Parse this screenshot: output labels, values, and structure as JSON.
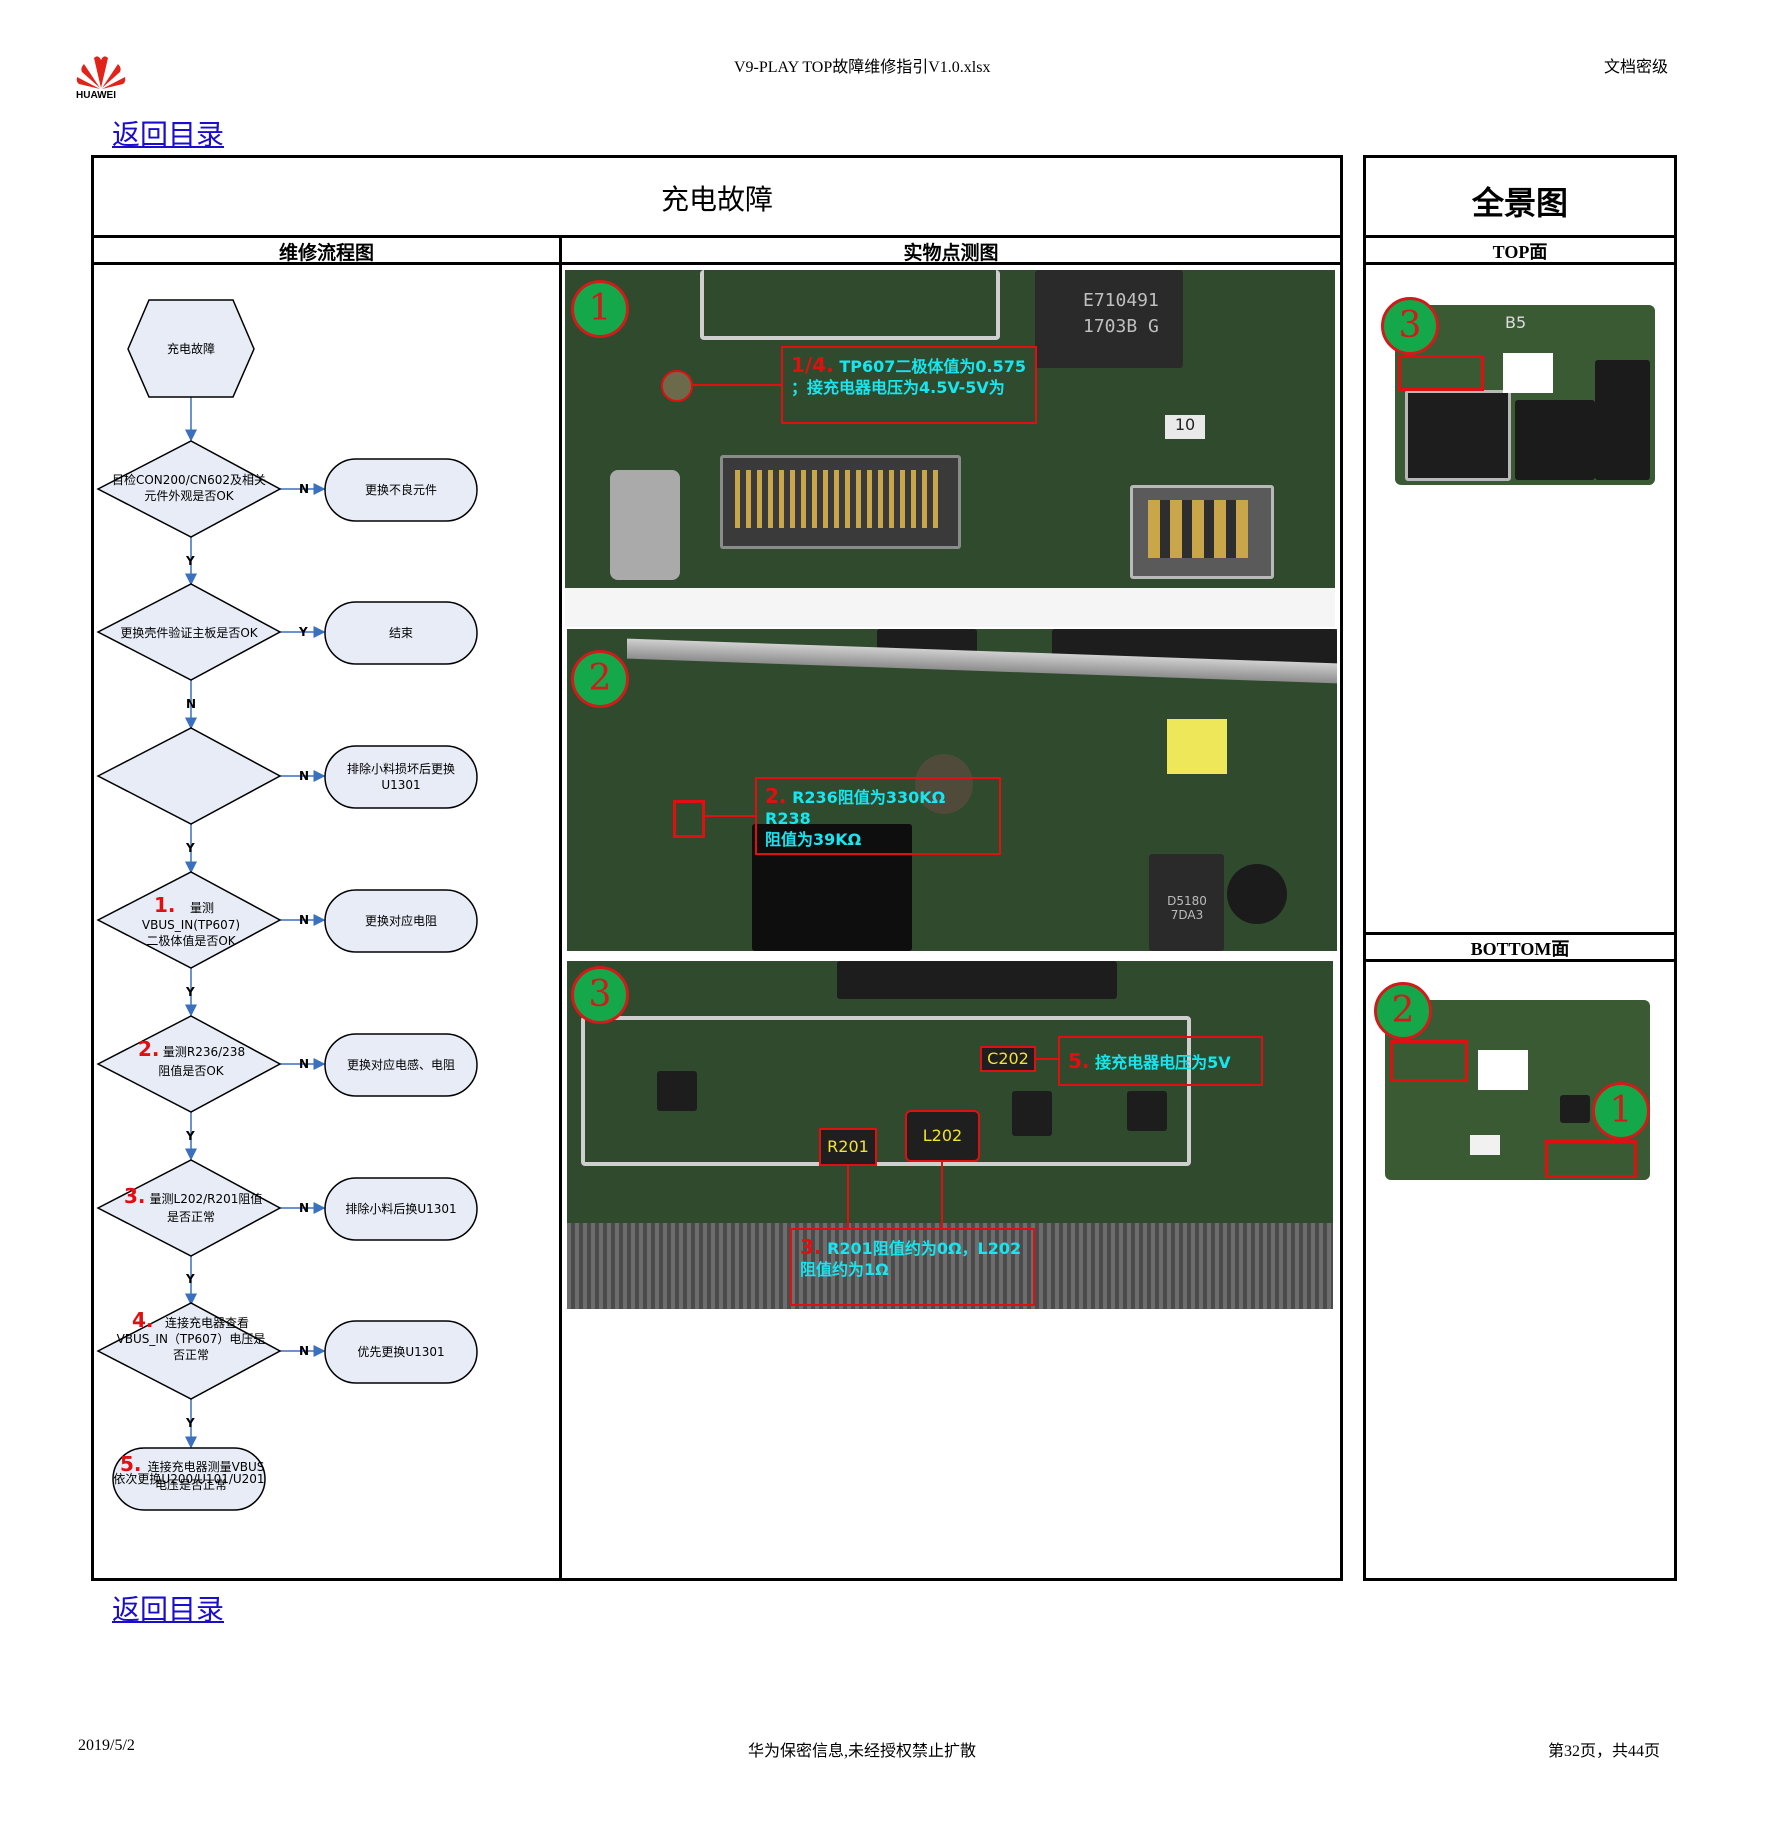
{
  "header": {
    "logo_text": "HUAWEI",
    "file_name": "V9-PLAY TOP故障维修指引V1.0.xlsx",
    "classification": "文档密级"
  },
  "nav": {
    "back_top": "返回目录",
    "back_bottom": "返回目录"
  },
  "main": {
    "title": "充电故障",
    "col_flow": "维修流程图",
    "col_photo": "实物点测图",
    "pano_title": "全景图",
    "pano_top": "TOP面",
    "pano_bottom": "BOTTOM面"
  },
  "flow": {
    "start": "充电故障",
    "step1": [
      "目检CON200/CN602及相关",
      "元件外观是否OK"
    ],
    "act1": "更换不良元件",
    "step2": "更换壳件验证主板是否OK",
    "act2": "结束",
    "step3_num": "1.",
    "step3": [
      "量测",
      "VBUS_IN(TP607)",
      "二极体值是否OK"
    ],
    "act3": [
      "排除小料损坏后更换",
      "U1301"
    ],
    "step4_num": "2.",
    "step4": [
      "量测R236/238",
      "阻值是否OK"
    ],
    "act4": "更换对应电阻",
    "step5_num": "3.",
    "step5": [
      "量测L202/R201阻值",
      "是否正常"
    ],
    "act5": "更换对应电感、电阻",
    "step6_num": "4.",
    "step6": [
      "连接充电器查看",
      "VBUS_IN（TP607）电压是",
      "否正常"
    ],
    "act6": "排除小料后换U1301",
    "step7_num": "5.",
    "step7": [
      "连接充电器测量VBUS",
      "电压是否正常"
    ],
    "act7": "优先更换U1301",
    "end": "依次更换U200/U101/U201",
    "yes": "Y",
    "no": "N"
  },
  "photos": {
    "p1_num": "1",
    "p1_chip": [
      "E710491",
      "1703B G"
    ],
    "p1_annot_num": "1/4.",
    "p1_annot_a": "TP607二极体值为0.575",
    "p1_annot_b": "；接充电器电压为4.5V-5V为",
    "p1_pad": "10",
    "p2_num": "2",
    "p2_annot_num": "2.",
    "p2_annot_a": "R236阻值为330KΩ  R238",
    "p2_annot_b": "阻值为39KΩ",
    "p2_chip": "D5180 7DA3",
    "p3_num": "3",
    "p3_c202": "C202",
    "p3_annot5_num": "5.",
    "p3_annot5": "接充电器电压为5V",
    "p3_r201": "R201",
    "p3_l202": "L202",
    "p3_annot3_num": "3.",
    "p3_annot3_a": "R201阻值约为0Ω，L202",
    "p3_annot3_b": "阻值约为1Ω"
  },
  "panorama": {
    "top_num": "3",
    "top_mark": "B5",
    "bottom_num_a": "2",
    "bottom_num_b": "1"
  },
  "footer": {
    "date": "2019/5/2",
    "notice": "华为保密信息,未经授权禁止扩散",
    "page": "第32页，共44页"
  },
  "colors": {
    "annotation_red": "#e01010",
    "annotation_cyan": "#17e5f0",
    "marker_green": "#15a84a",
    "link_blue": "#1a0dcc",
    "flow_fill": "#e8ecf6"
  }
}
